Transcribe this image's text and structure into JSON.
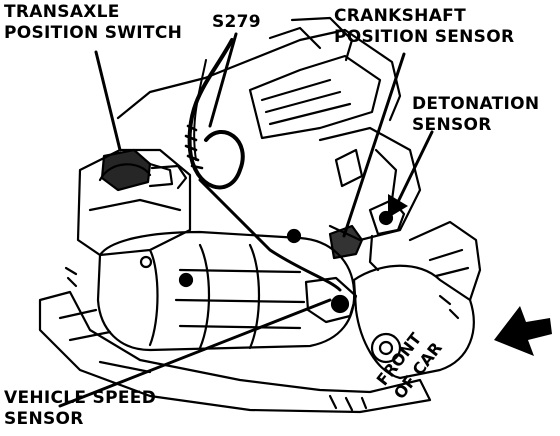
{
  "labels": {
    "transaxle_switch": [
      "TRANSAXLE",
      "POSITION SWITCH"
    ],
    "s279": "S279",
    "crankshaft_sensor": [
      "CRANKSHAFT",
      "POSITION SENSOR"
    ],
    "detonation_sensor": [
      "DETONATION",
      "SENSOR"
    ],
    "vehicle_speed_sensor": [
      "VEHICLE SPEED",
      "SENSOR"
    ],
    "front_of_car": [
      "FRONT",
      "OF CAR"
    ]
  },
  "colors": {
    "ink": "#000000",
    "paper": "#ffffff"
  }
}
